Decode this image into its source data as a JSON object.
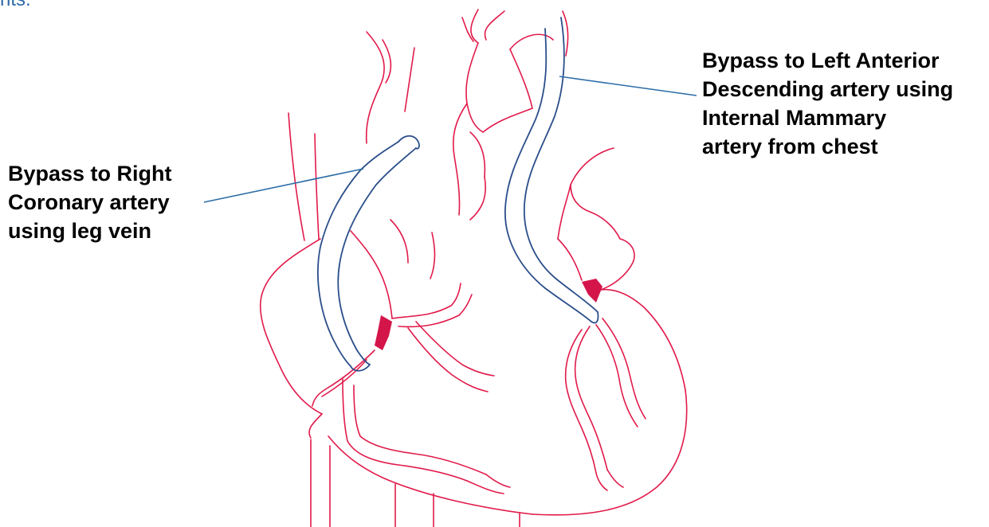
{
  "header": {
    "cut_text": "nts."
  },
  "labels": {
    "right_coronary": [
      "Bypass to Right",
      "Coronary artery",
      "using leg vein"
    ],
    "left_anterior": [
      "Bypass to Left Anterior",
      "Descending artery using",
      "Internal Mammary",
      "artery from chest"
    ]
  },
  "colors": {
    "artery": "#e11a4b",
    "graft": "#2b4e8a",
    "leader": "#2b6ca6",
    "label_text": "#000000",
    "header_text": "#2e6aa8"
  }
}
